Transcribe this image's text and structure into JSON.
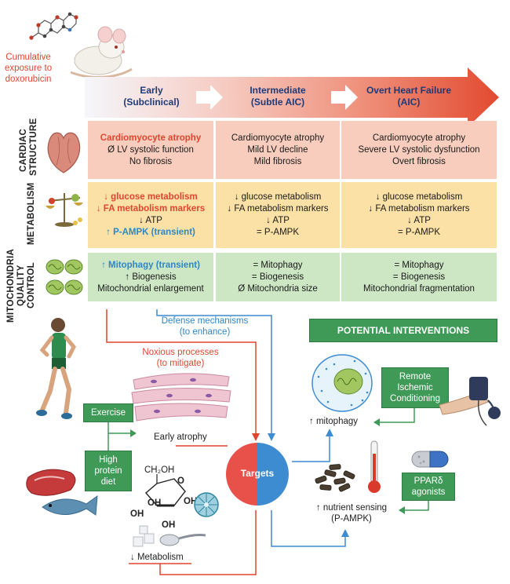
{
  "exposure_label": [
    "Cumulative",
    "exposure to",
    "doxorubicin"
  ],
  "stages": [
    {
      "title": "Early",
      "sub": "(Subclinical)"
    },
    {
      "title": "Intermediate",
      "sub": "(Subtle AIC)"
    },
    {
      "title": "Overt Heart Failure",
      "sub": "(AIC)"
    }
  ],
  "rows": [
    {
      "label": [
        "CARDIAC",
        "STRUCTURE"
      ],
      "color": "#f8cdbd",
      "cells": [
        [
          {
            "t": "Cardiomyocyte atrophy",
            "s": "red"
          },
          {
            "t": "Ø LV systolic function"
          },
          {
            "t": "No fibrosis"
          }
        ],
        [
          {
            "t": "Cardiomyocyte atrophy"
          },
          {
            "t": "Mild LV decline"
          },
          {
            "t": "Mild fibrosis"
          }
        ],
        [
          {
            "t": "Cardiomyocyte atrophy"
          },
          {
            "t": "Severe LV systolic dysfunction"
          },
          {
            "t": "Overt fibrosis"
          }
        ]
      ]
    },
    {
      "label": [
        "METABOLISM"
      ],
      "color": "#fbe1a6",
      "cells": [
        [
          {
            "t": "↓ glucose metabolism",
            "s": "red"
          },
          {
            "t": "↓ FA metabolism markers",
            "s": "red"
          },
          {
            "t": "↓ ATP"
          },
          {
            "t": "↑ P-AMPK (transient)",
            "s": "blue"
          }
        ],
        [
          {
            "t": "↓ glucose metabolism"
          },
          {
            "t": "↓ FA metabolism markers"
          },
          {
            "t": "↓ ATP"
          },
          {
            "t": "= P-AMPK"
          }
        ],
        [
          {
            "t": "↓ glucose metabolism"
          },
          {
            "t": "↓ FA metabolism markers"
          },
          {
            "t": "↓ ATP"
          },
          {
            "t": "= P-AMPK"
          }
        ]
      ]
    },
    {
      "label": [
        "MITOCHONDRIA",
        "QUALITY",
        "CONTROL"
      ],
      "color": "#cde6c4",
      "cells": [
        [
          {
            "t": "↑ Mitophagy (transient)",
            "s": "blue"
          },
          {
            "t": "↑ Biogenesis"
          },
          {
            "t": "Mitochondrial enlargement"
          }
        ],
        [
          {
            "t": "= Mitophagy"
          },
          {
            "t": "= Biogenesis"
          },
          {
            "t": "Ø Mitochondria size"
          }
        ],
        [
          {
            "t": "= Mitophagy"
          },
          {
            "t": "= Biogenesis"
          },
          {
            "t": "Mitochondrial fragmentation"
          }
        ]
      ]
    }
  ],
  "defense": [
    "Defense mechanisms",
    "(to enhance)"
  ],
  "noxious": [
    "Noxious processes",
    "(to mitigate)"
  ],
  "potential_interventions": "POTENTIAL INTERVENTIONS",
  "exercise": "Exercise",
  "high_protein": [
    "High",
    "protein",
    "diet"
  ],
  "early_atrophy": "Early atrophy",
  "metabolism_down": "↓ Metabolism",
  "targets": "Targets",
  "mitophagy_up": "↑ mitophagy",
  "nutrient_sensing": [
    "↑ nutrient sensing",
    "(P-AMPK)"
  ],
  "remote_ischemic": [
    "Remote",
    "Ischemic",
    "Conditioning"
  ],
  "ppar": [
    "PPARδ",
    "agonists"
  ],
  "sugar": {
    "ch2oh": "CH₂OH",
    "oh": "OH",
    "o": "O"
  },
  "colors": {
    "red_accent": "#e0452f",
    "blue_accent": "#2f86c8",
    "green_box": "#3f9a58",
    "title_blue": "#1e3a78"
  }
}
